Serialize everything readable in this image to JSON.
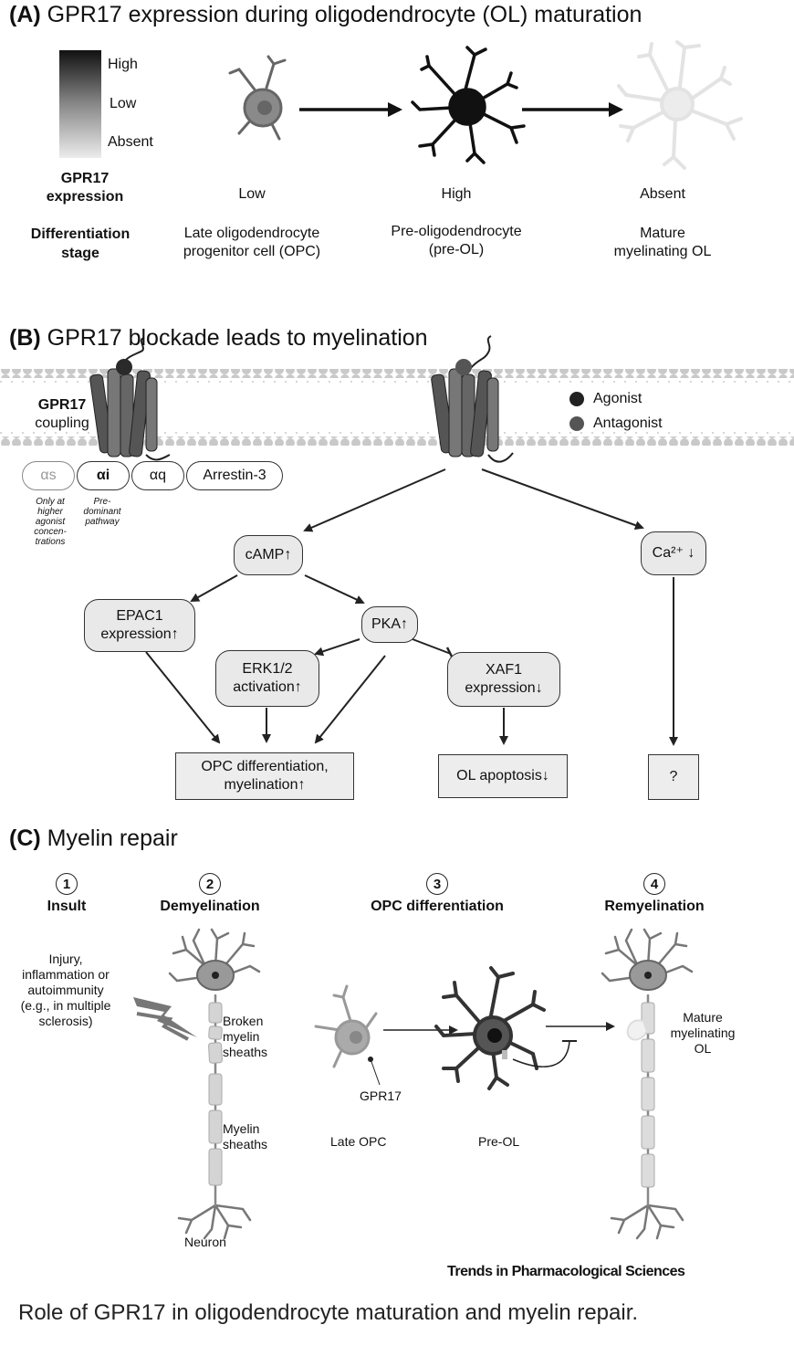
{
  "panel_a": {
    "title_letter": "(A)",
    "title": "GPR17 expression during oligodendrocyte (OL) maturation",
    "legend_levels": [
      "High",
      "Low",
      "Absent"
    ],
    "row1_label": "GPR17\nexpression",
    "row2_label": "Differentiation\nstage",
    "stages": [
      {
        "expression": "Low",
        "name": "Late oligodendrocyte\nprogenitor cell (OPC)"
      },
      {
        "expression": "High",
        "name": "Pre-oligodendrocyte\n(pre-OL)"
      },
      {
        "expression": "Absent",
        "name": "Mature\nmyelinating OL"
      }
    ]
  },
  "panel_b": {
    "title_letter": "(B)",
    "title": "GPR17 blockade leads to myelination",
    "coupling_label_bold": "GPR17",
    "coupling_label": "coupling",
    "legend": [
      "Agonist",
      "Antagonist"
    ],
    "g_proteins": [
      "αs",
      "αi",
      "αq",
      "Arrestin-3"
    ],
    "notes": [
      "Only at\nhigher\nagonist\nconcen-\ntrations",
      "Pre-\ndominant\npathway"
    ],
    "nodes": {
      "camp": "cAMP↑",
      "ca": "Ca²⁺ ↓",
      "epac1": "EPAC1\nexpression↑",
      "pka": "PKA↑",
      "erk": "ERK1/2\nactivation↑",
      "xaf1": "XAF1\nexpression↓",
      "opc_diff": "OPC differentiation,\nmyelination↑",
      "ol_apop": "OL apoptosis↓",
      "unknown": "?"
    }
  },
  "panel_c": {
    "title_letter": "(C)",
    "title": "Myelin repair",
    "steps": [
      {
        "num": "1",
        "label": "Insult"
      },
      {
        "num": "2",
        "label": "Demyelination"
      },
      {
        "num": "3",
        "label": "OPC differentiation"
      },
      {
        "num": "4",
        "label": "Remyelination"
      }
    ],
    "insult_text": "Injury,\ninflammation or\nautoimmunity\n(e.g., in multiple\nsclerosis)",
    "broken_label": "Broken\nmyelin\nsheaths",
    "sheath_label": "Myelin\nsheaths",
    "neuron_label": "Neuron",
    "gpr17_label": "GPR17",
    "late_opc_label": "Late OPC",
    "pre_ol_label": "Pre-OL",
    "mature_label": "Mature\nmyelinating\nOL"
  },
  "footer": {
    "journal": "Trends in Pharmacological Sciences",
    "caption": "Role of GPR17 in oligodendrocyte maturation and myelin repair."
  }
}
